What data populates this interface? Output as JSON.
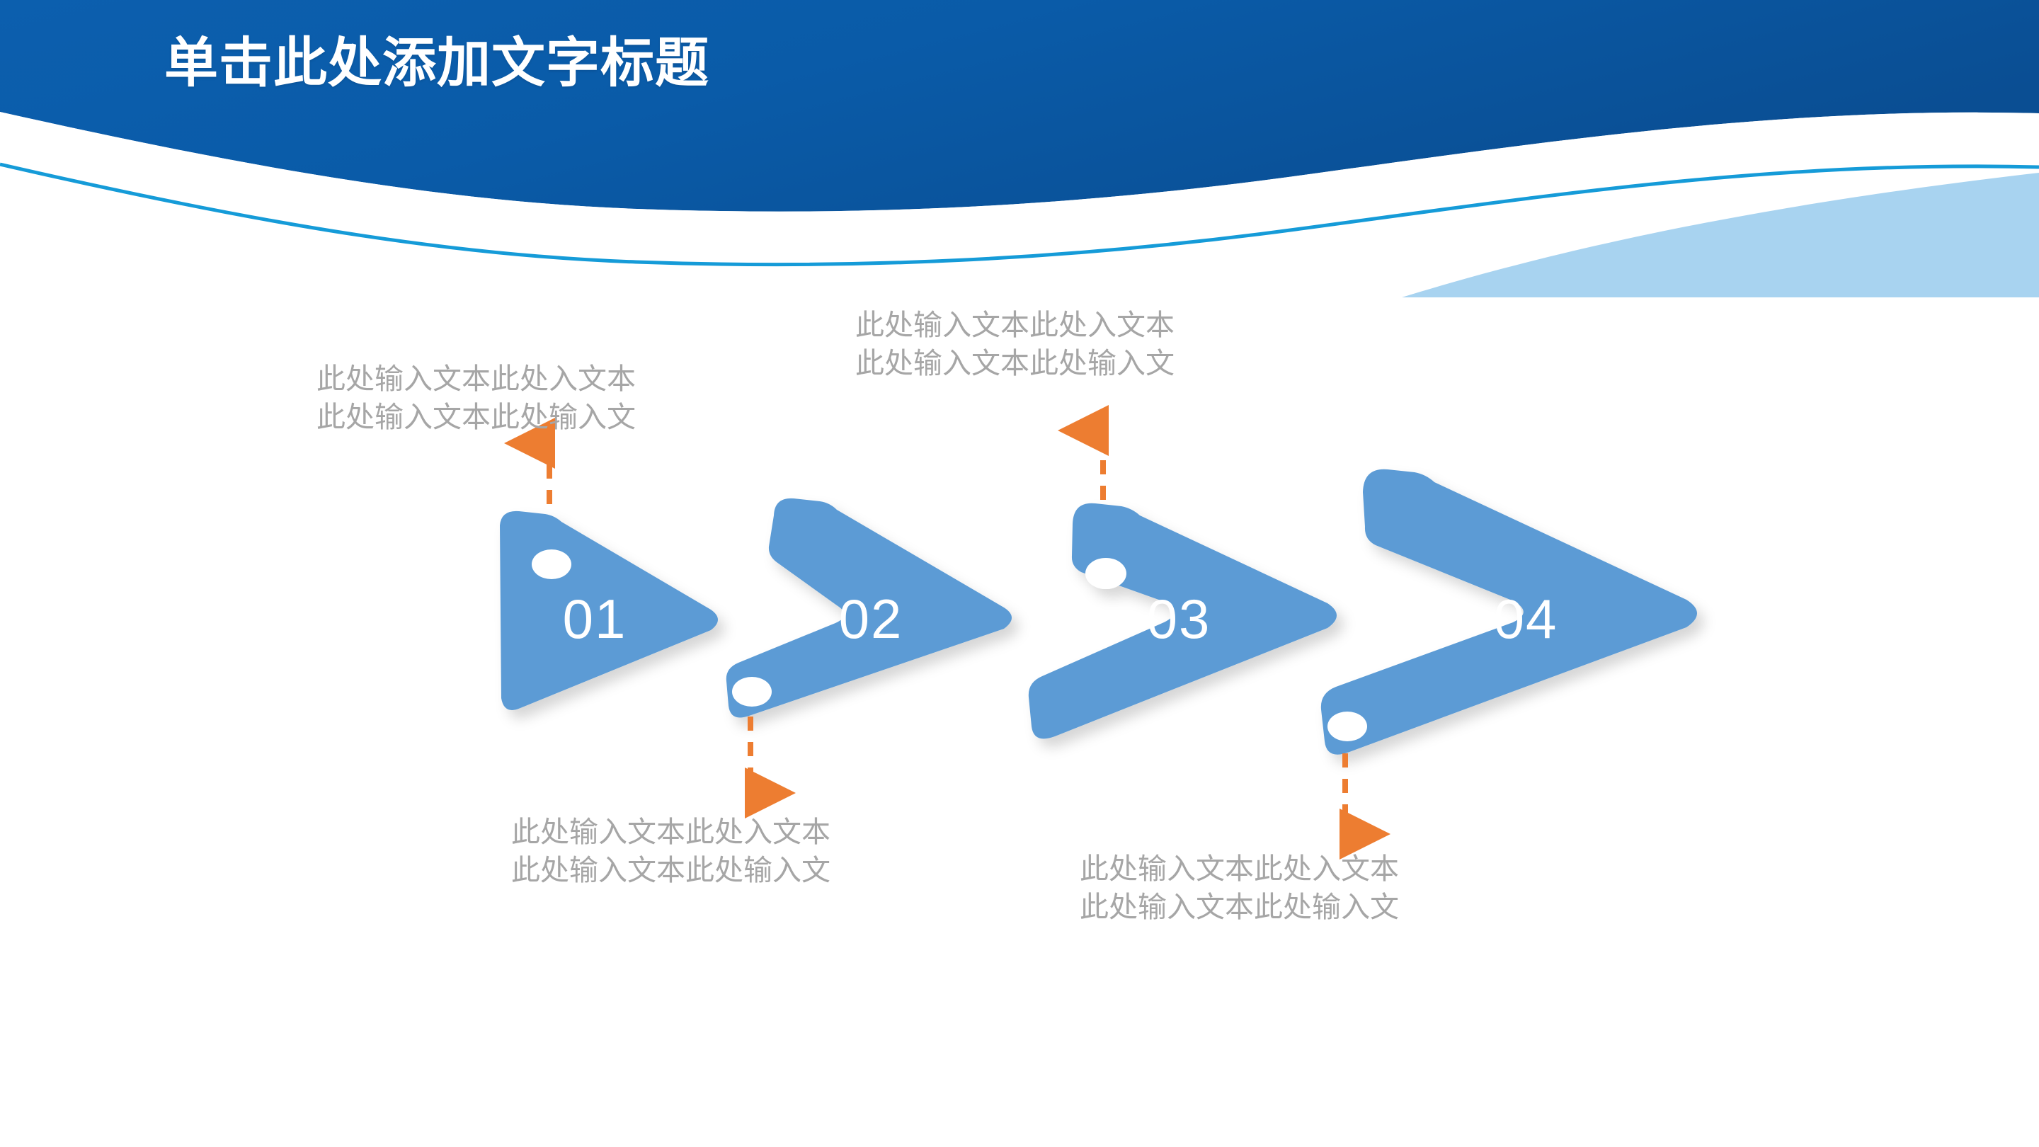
{
  "slide": {
    "title": "单击此处添加文字标题",
    "background_color": "#ffffff"
  },
  "theme": {
    "header_blue": "#0A5BA8",
    "header_blue_dark": "#064D97",
    "wave_white": "#ffffff",
    "wave_light_blue": "#A8D3F0",
    "wave_line_blue": "#159BD8",
    "arrow_blue": "#5B9BD5",
    "connector_orange": "#ED7D31",
    "body_text_gray": "#A6A6A6",
    "number_white": "#ffffff"
  },
  "arrows": [
    {
      "number": "01",
      "hole_position": "top-left",
      "connector_direction": "up"
    },
    {
      "number": "02",
      "hole_position": "bottom-left",
      "connector_direction": "down"
    },
    {
      "number": "03",
      "hole_position": "top-left",
      "connector_direction": "up"
    },
    {
      "number": "04",
      "hole_position": "bottom-left",
      "connector_direction": "down"
    }
  ],
  "callouts": [
    {
      "id": "callout-01",
      "position": "above",
      "line1": "此处输入文本此处入文本",
      "line2": "此处输入文本此处输入文"
    },
    {
      "id": "callout-02",
      "position": "below",
      "line1": "此处输入文本此处入文本",
      "line2": "此处输入文本此处输入文"
    },
    {
      "id": "callout-03",
      "position": "above",
      "line1": "此处输入文本此处入文本",
      "line2": "此处输入文本此处输入文"
    },
    {
      "id": "callout-04",
      "position": "below",
      "line1": "此处输入文本此处入文本",
      "line2": "此处输入文本此处输入文"
    }
  ],
  "icons": {
    "arrow_shape": "chevron-arrow-icon",
    "hole": "punch-hole-icon",
    "connector_up": "dashed-arrow-up-icon",
    "connector_down": "dashed-arrow-down-icon",
    "wave": "wave-decoration-icon"
  }
}
